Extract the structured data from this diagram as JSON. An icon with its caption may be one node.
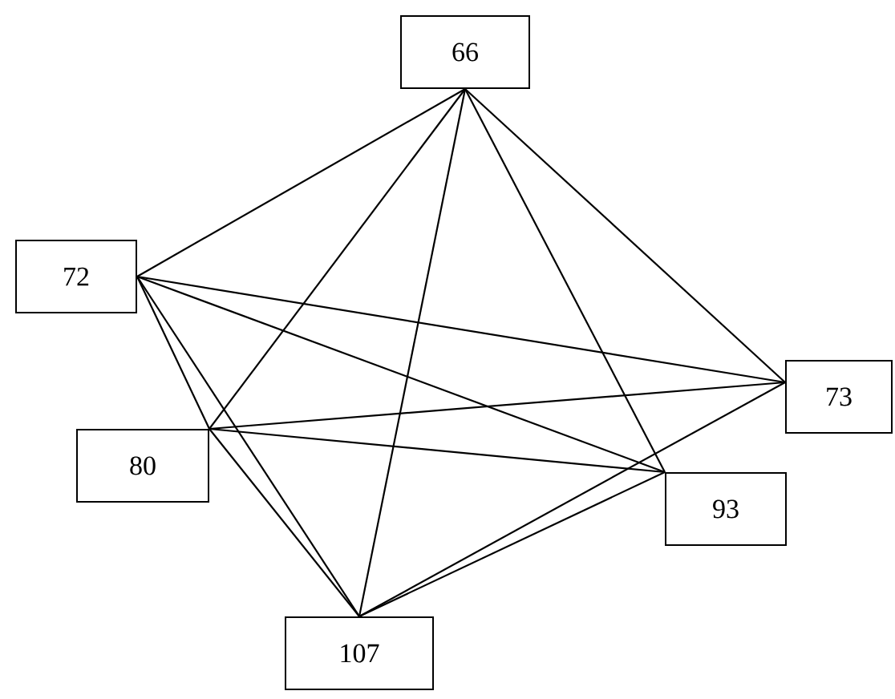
{
  "diagram": {
    "nodes": [
      {
        "text": [
          "66"
        ]
      },
      {
        "text": [
          "72"
        ]
      },
      {
        "text": [
          "73"
        ]
      },
      {
        "text": [
          "80"
        ]
      },
      {
        "text": [
          "93"
        ]
      },
      {
        "text": [
          "107"
        ]
      }
    ],
    "edges": [
      {
        "from": 0,
        "to": 1,
        "arrow": "none"
      },
      {
        "from": 0,
        "to": 3,
        "arrow": "none"
      },
      {
        "from": 0,
        "to": 5,
        "arrow": "none"
      },
      {
        "from": 0,
        "to": 4,
        "arrow": "none"
      },
      {
        "from": 0,
        "to": 2,
        "arrow": "none"
      },
      {
        "from": 1,
        "to": 2,
        "arrow": "none"
      },
      {
        "from": 1,
        "to": 4,
        "arrow": "none"
      },
      {
        "from": 1,
        "to": 3,
        "arrow": "none"
      },
      {
        "from": 1,
        "to": 5,
        "arrow": "none"
      },
      {
        "from": 2,
        "to": 3,
        "arrow": "none"
      },
      {
        "from": 2,
        "to": 5,
        "arrow": "none"
      },
      {
        "from": 3,
        "to": 4,
        "arrow": "none"
      },
      {
        "from": 3,
        "to": 5,
        "arrow": "none"
      },
      {
        "from": 4,
        "to": 5,
        "arrow": "none"
      }
    ]
  }
}
